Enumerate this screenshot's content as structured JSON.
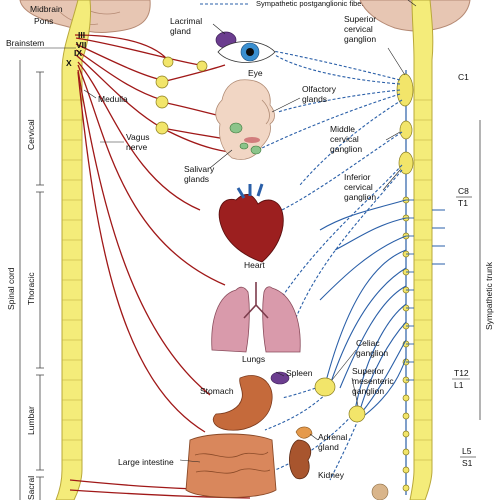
{
  "legend": {
    "sympathetic_postganglionic": "Sympathetic postganglionic fibers"
  },
  "brain": {
    "midbrain": "Midbrain",
    "pons": "Pons",
    "brainstem": "Brainstem",
    "medulla": "Medulla",
    "nerve_iii": "III",
    "nerve_vii": "VII",
    "nerve_ix": "IX",
    "nerve_x": "X"
  },
  "spine": {
    "spinal_cord": "Spinal cord",
    "cervical": "Cervical",
    "thoracic": "Thoracic",
    "lumbar": "Lumbar",
    "sacral": "Sacral",
    "sympathetic_trunk": "Sympathetic trunk"
  },
  "segments": {
    "c1": "C1",
    "c8": "C8",
    "t1": "T1",
    "t12": "T12",
    "l1": "L1",
    "l5": "L5",
    "s1": "S1"
  },
  "organs": {
    "lacrimal_gland": [
      "Lacrimal",
      "gland"
    ],
    "eye": "Eye",
    "olfactory_glands": [
      "Olfactory",
      "glands"
    ],
    "salivary_glands": [
      "Salivary",
      "glands"
    ],
    "heart": "Heart",
    "lungs": "Lungs",
    "stomach": "Stomach",
    "spleen": "Spleen",
    "large_intestine": "Large intestine",
    "adrenal_gland": [
      "Adrenal",
      "gland"
    ],
    "kidney": "Kidney",
    "vagus_nerve": [
      "Vagus",
      "nerve"
    ]
  },
  "ganglia": {
    "superior_cervical": [
      "Superior",
      "cervical",
      "ganglion"
    ],
    "middle_cervical": [
      "Middle",
      "cervical",
      "ganglion"
    ],
    "inferior_cervical": [
      "Inferior",
      "cervical",
      "ganglion"
    ],
    "celiac": [
      "Celiac",
      "ganglion"
    ],
    "superior_mesenteric": [
      "Superior",
      "mesenteric",
      "ganglion"
    ]
  },
  "colors": {
    "parasympathetic": "#a01818",
    "sympathetic": "#2a5fa8",
    "spinal_cord": "#f4ec7a",
    "ganglion": "#f2e56a"
  }
}
